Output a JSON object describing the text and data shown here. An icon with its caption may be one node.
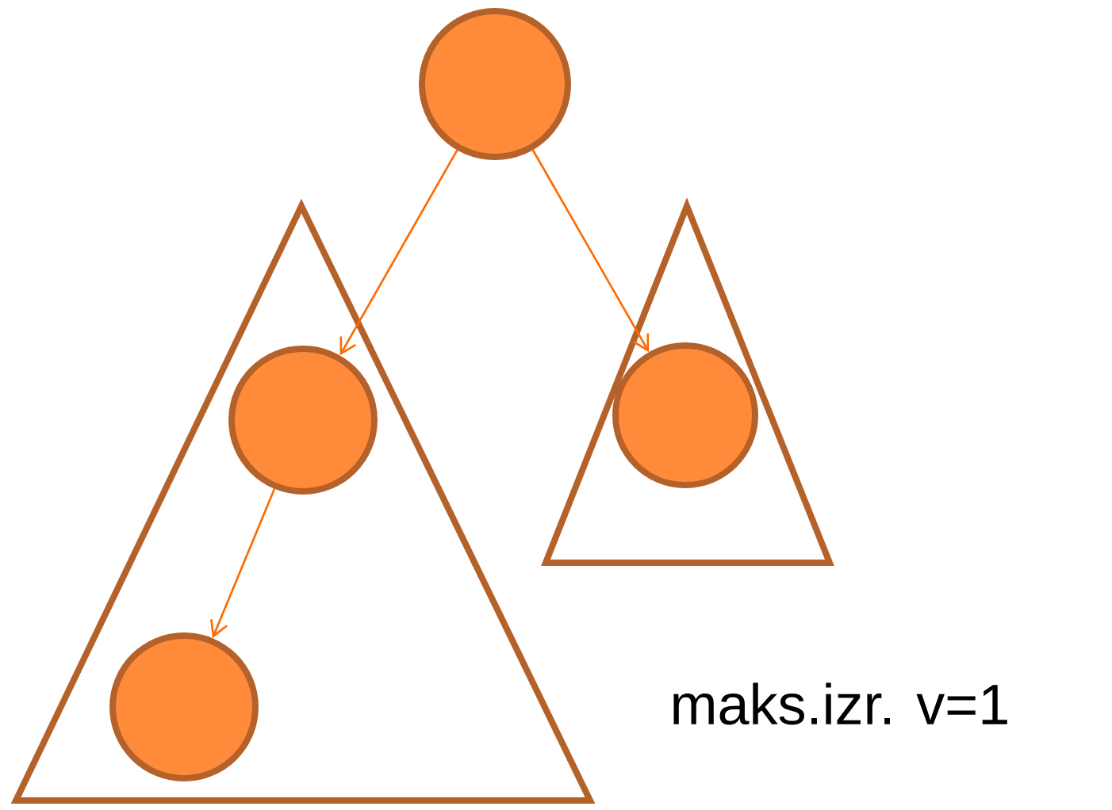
{
  "diagram": {
    "nodes": [
      {
        "text": [],
        "shape": "circle"
      },
      {
        "text": [],
        "shape": "triangle"
      },
      {
        "text": [],
        "shape": "circle",
        "in": 1
      },
      {
        "text": [],
        "shape": "circle",
        "in": 1
      },
      {
        "text": [],
        "shape": "triangle"
      },
      {
        "text": [],
        "shape": "circle",
        "in": 4
      }
    ],
    "edges": [
      {
        "from": 0,
        "to": 2,
        "arrow": "to"
      },
      {
        "from": 0,
        "to": 5,
        "arrow": "to"
      },
      {
        "from": 2,
        "to": 3,
        "arrow": "to"
      }
    ],
    "labels": [
      "maks.izr. v=1"
    ]
  }
}
